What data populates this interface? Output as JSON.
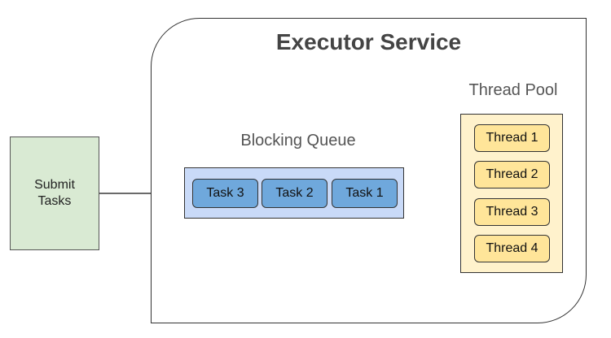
{
  "executor": {
    "title": "Executor Service"
  },
  "submitter": {
    "label": "Submit\nTasks"
  },
  "queue": {
    "label": "Blocking Queue",
    "tasks": [
      "Task 3",
      "Task 2",
      "Task 1"
    ]
  },
  "pool": {
    "label": "Thread Pool",
    "threads": [
      "Thread 1",
      "Thread 2",
      "Thread 3",
      "Thread 4"
    ]
  },
  "colors": {
    "submitter_fill": "#d9ead3",
    "queue_fill": "#c9daf8",
    "task_fill": "#6fa8dc",
    "pool_fill": "#fff2cc",
    "thread_fill": "#ffe599"
  }
}
